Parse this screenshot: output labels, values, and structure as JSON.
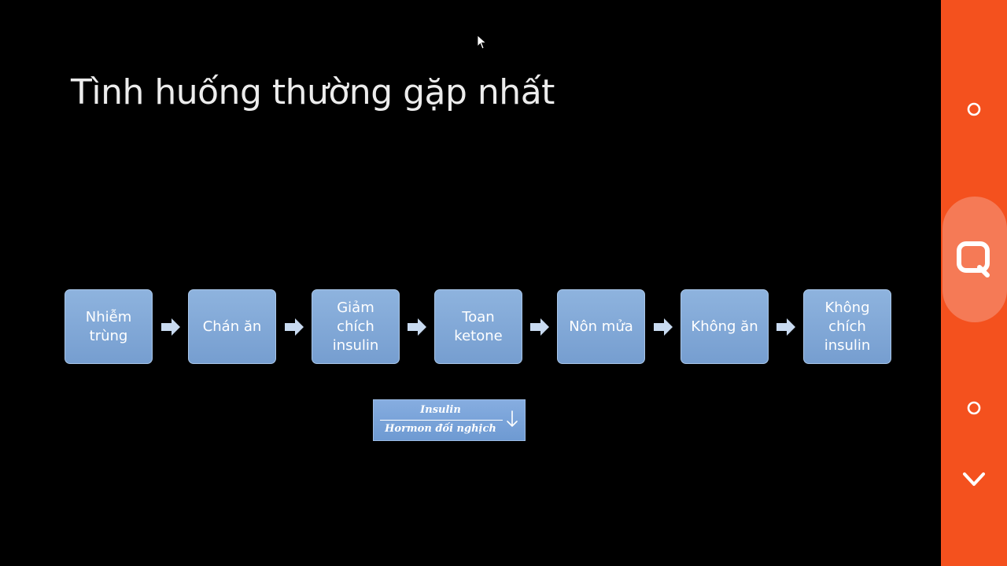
{
  "slide": {
    "title": "Tình huống thường gặp nhất",
    "flow_steps": [
      "Nhiễm\ntrùng",
      "Chán ăn",
      "Giảm\nchích\ninsulin",
      "Toan\nketone",
      "Nôn mửa",
      "Không ăn",
      "Không\nchích\ninsulin"
    ],
    "ratio_box": {
      "numerator": "Insulin",
      "denominator": "Hormon đối nghịch"
    }
  },
  "side_panel": {
    "icons": [
      "circle-icon",
      "magnifier-icon",
      "circle-icon",
      "chevron-down-icon"
    ]
  },
  "colors": {
    "box_fill": "#7fa6d6",
    "arrow_fill": "#c8daf0",
    "panel": "#f4511e",
    "panel_highlight": "#f57a56"
  }
}
